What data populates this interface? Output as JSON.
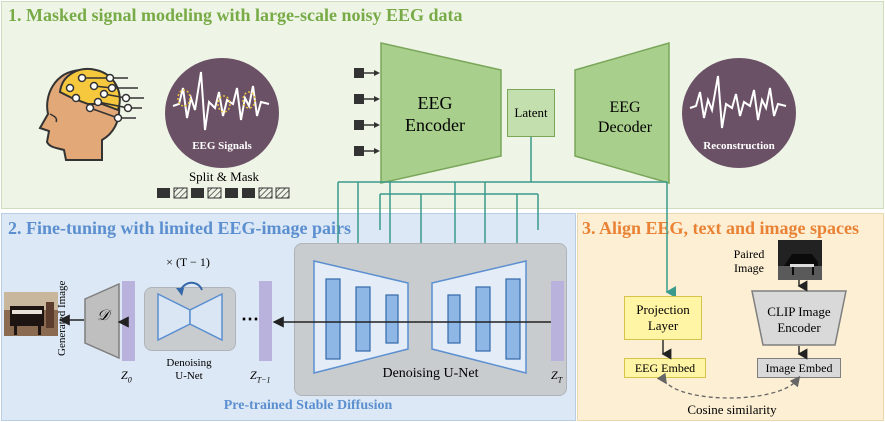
{
  "panel1": {
    "title": "1. Masked signal modeling with large-scale noisy EEG data"
  },
  "panel2": {
    "title": "2. Fine-tuning with limited EEG-image pairs"
  },
  "panel3": {
    "title": "3. Align EEG, text and image spaces"
  },
  "eeg_signals": {
    "label": "EEG Signals"
  },
  "split_mask": {
    "label": "Split & Mask"
  },
  "encoder": {
    "line1": "EEG",
    "line2": "Encoder"
  },
  "latent": {
    "label": "Latent"
  },
  "decoder": {
    "line1": "EEG",
    "line2": "Decoder"
  },
  "reconstruction": {
    "label": "Reconstruction"
  },
  "generated_image": {
    "label": "Generated Image"
  },
  "decoder_symbol": {
    "label": "𝒟"
  },
  "repeat_label": {
    "label": "× (T − 1)"
  },
  "small_unet": {
    "line1": "Denoising",
    "line2": "U-Net"
  },
  "ellipsis": {
    "label": "⋯"
  },
  "z0": {
    "label": "Z",
    "sub": "0"
  },
  "zt1": {
    "label": "Z",
    "sub": "T−1"
  },
  "zt": {
    "label": "Z",
    "sub": "T"
  },
  "big_unet": {
    "label": "Denoising U-Net"
  },
  "pretrained": {
    "label": "Pre-trained Stable Diffusion"
  },
  "paired_image": {
    "line1": "Paired",
    "line2": "Image"
  },
  "projection": {
    "line1": "Projection",
    "line2": "Layer"
  },
  "clip": {
    "line1": "CLIP Image",
    "line2": "Encoder"
  },
  "eeg_embed": {
    "label": "EEG Embed"
  },
  "image_embed": {
    "label": "Image Embed"
  },
  "cosine": {
    "label": "Cosine similarity"
  },
  "colors": {
    "green_title": "#78ab47",
    "blue_title": "#5b8fcf",
    "orange_title": "#e98235",
    "arrow_teal": "#3a9a8c",
    "ring_purple": "#6b5166"
  }
}
